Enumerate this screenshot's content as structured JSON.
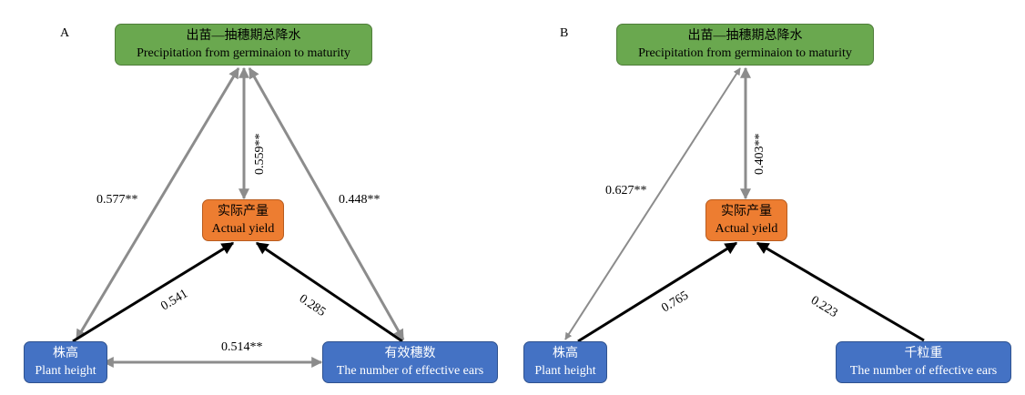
{
  "panels": [
    {
      "label": "A",
      "nodes": {
        "top": {
          "zh": "出苗—抽穗期总降水",
          "en": "Precipitation from germinaion to maturity"
        },
        "center": {
          "zh": "实际产量",
          "en": "Actual yield"
        },
        "left": {
          "zh": "株高",
          "en": "Plant height"
        },
        "right": {
          "zh": "有效穗数",
          "en": "The number of effective ears"
        }
      },
      "coefficients": {
        "top_left": "0.577**",
        "top_center": "0.559**",
        "top_right": "0.448**",
        "left_center": "0.541",
        "right_center": "0.285",
        "left_right": "0.514**"
      }
    },
    {
      "label": "B",
      "nodes": {
        "top": {
          "zh": "出苗—抽穗期总降水",
          "en": "Precipitation from germinaion to maturity"
        },
        "center": {
          "zh": "实际产量",
          "en": "Actual yield"
        },
        "left": {
          "zh": "株高",
          "en": "Plant height"
        },
        "right": {
          "zh": "千粒重",
          "en": "The number of effective ears"
        }
      },
      "coefficients": {
        "top_left": "0.627**",
        "top_center": "0.403**",
        "left_center": "0.765",
        "right_center": "0.223"
      }
    }
  ],
  "colors": {
    "correlation_arrow": "#8c8c8c",
    "path_arrow": "#000000",
    "precipitation_box": "#6aa84f",
    "yield_box": "#ed7d31",
    "trait_box": "#4472c4"
  }
}
